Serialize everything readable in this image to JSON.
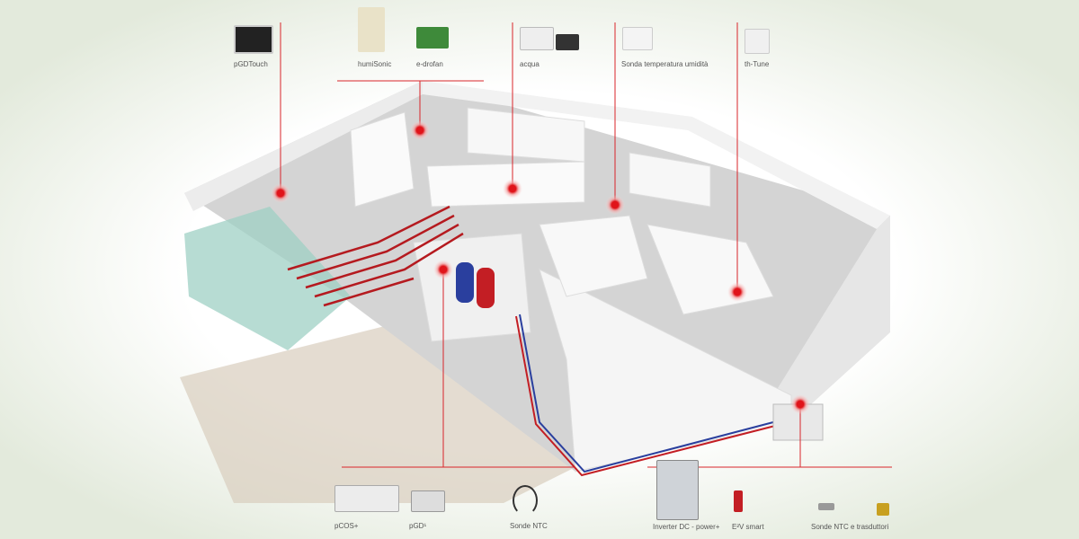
{
  "top_products": [
    {
      "label": "pGDTouch",
      "icon": "touch-display-icon"
    },
    {
      "label": "humiSonic",
      "icon": "humidifier-icon"
    },
    {
      "label": "e-drofan",
      "icon": "control-board-icon"
    },
    {
      "label": "acqua",
      "icon": "thermostat-icon"
    },
    {
      "label": "Sonda temperatura umidità",
      "icon": "sensor-icon"
    },
    {
      "label": "th-Tune",
      "icon": "room-terminal-icon"
    }
  ],
  "bottom_products": [
    {
      "label": "pCOS+",
      "icon": "controller-icon"
    },
    {
      "label": "pGD¹",
      "icon": "display-terminal-icon"
    },
    {
      "label": "Sonde NTC",
      "icon": "probe-icon"
    },
    {
      "label": "Inverter DC - power+",
      "icon": "inverter-icon"
    },
    {
      "label": "E²V smart",
      "icon": "valve-icon"
    },
    {
      "label": "Sonde NTC e trasduttori",
      "icon": "transducer-icon"
    }
  ],
  "colors": {
    "accent": "#d9252a",
    "wall": "#f4f4f4",
    "floor": "#cfcfcf",
    "grass": "#dfe8d8",
    "pipe_blue": "#2a3f9e"
  }
}
